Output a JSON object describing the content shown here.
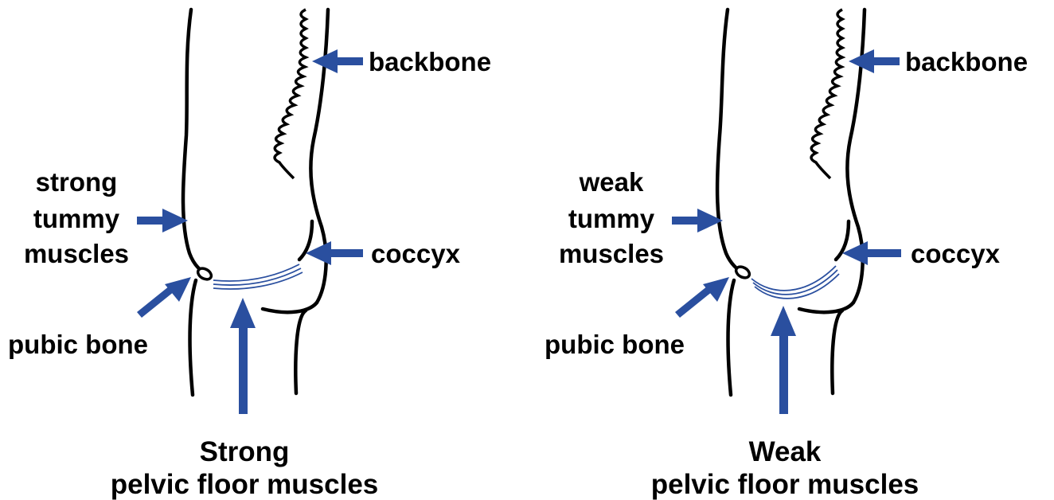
{
  "colors": {
    "arrow": "#2a4f9f",
    "outline": "#000000",
    "muscle": "#2a4f9f",
    "background": "#ffffff"
  },
  "panels": [
    {
      "state": "strong",
      "labels": {
        "backbone": "backbone",
        "tummy_line1": "strong",
        "tummy_line2": "tummy",
        "tummy_line3": "muscles",
        "coccyx": "coccyx",
        "pubic_bone": "pubic bone",
        "caption_line1": "Strong",
        "caption_line2": "pelvic floor muscles"
      }
    },
    {
      "state": "weak",
      "labels": {
        "backbone": "backbone",
        "tummy_line1": "weak",
        "tummy_line2": "tummy",
        "tummy_line3": "muscles",
        "coccyx": "coccyx",
        "pubic_bone": "pubic bone",
        "caption_line1": "Weak",
        "caption_line2": "pelvic floor muscles"
      }
    }
  ]
}
